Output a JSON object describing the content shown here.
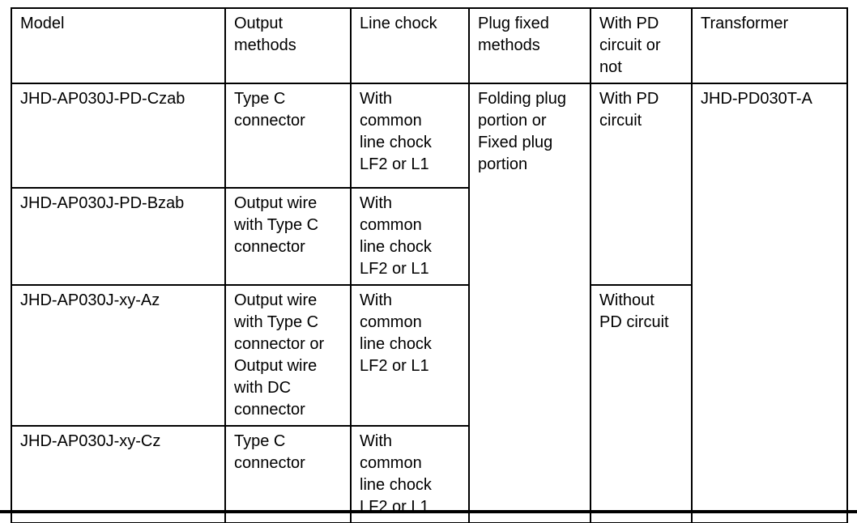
{
  "table": {
    "headers": [
      "Model",
      "Output\nmethods",
      "Line chock",
      "Plug fixed\nmethods",
      "With PD\ncircuit or\nnot",
      "Transformer"
    ],
    "rows": [
      {
        "model": "JHD-AP030J-PD-Czab",
        "output_method": "Type C\nconnector",
        "line_chock": "With\ncommon\nline chock\nLF2 or L1"
      },
      {
        "model": "JHD-AP030J-PD-Bzab",
        "output_method": "Output wire\nwith Type C\nconnector",
        "line_chock": "With\ncommon\nline chock\nLF2 or L1"
      },
      {
        "model": "JHD-AP030J-xy-Az",
        "output_method": "Output wire\nwith Type C\nconnector or\nOutput wire\nwith DC\nconnector",
        "line_chock": "With\ncommon\nline chock\nLF2 or L1"
      },
      {
        "model": "JHD-AP030J-xy-Cz",
        "output_method": "Type C\nconnector",
        "line_chock": "With\ncommon\nline chock\nLF2 or L1"
      }
    ],
    "merged_cells": {
      "plug_fixed_methods": "Folding plug\nportion or\nFixed plug\nportion",
      "with_pd_circuit": "With PD\ncircuit",
      "without_pd_circuit": "Without\nPD circuit",
      "transformer": "JHD-PD030T-A"
    },
    "colors": {
      "border": "#000000",
      "text": "#000000",
      "background": "#ffffff"
    }
  }
}
